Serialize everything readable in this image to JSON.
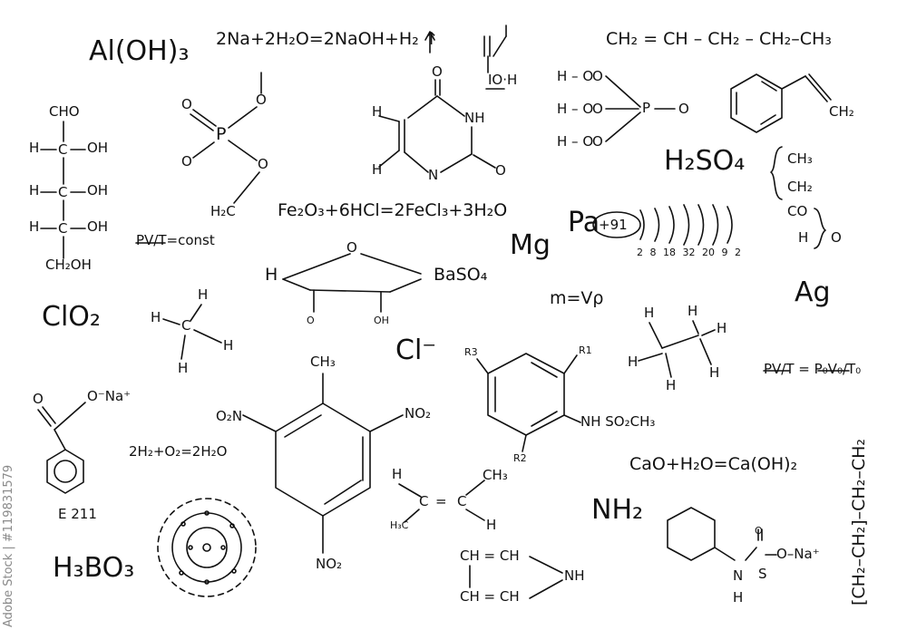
{
  "formulas": {
    "aloh3": "Al(OH)₃",
    "na_reaction": "2Na+2H₂O=2NaOH+H₂ ↑",
    "propene_chain": "CH₂ = CH – CH₂ – CH₂–CH₃",
    "h2so4": "H₂SO₄",
    "fe_reaction": "Fe₂O₃+6HCl=2FeCl₃+3H₂O",
    "mg": "Mg",
    "ag": "Ag",
    "clo2": "ClO₂",
    "cl_ion": "Cl⁻",
    "baso4": "BaSO₄",
    "density": "m=Vρ",
    "pv_const": "PV/T=const",
    "pv_ratio": "PV/T = P₀V₀/T₀",
    "h2o2": "2H₂+O₂=2H₂O",
    "cao": "CaO+H₂O=Ca(OH)₂",
    "nh2": "NH₂",
    "h3bo3": "H₃BO₃",
    "e211": "E 211",
    "polymer": "[CH₂–CH₂]–CH₂–CH₂",
    "pa_symbol": "Pa",
    "pa_charge": "+91",
    "pa_shells": "2 8 18 32 20 9 2"
  },
  "labels": {
    "cho": "CHO",
    "h": "H",
    "oh": "OH",
    "ch2oh": "CH₂OH",
    "o": "O",
    "p": "P",
    "h2c": "H₂C",
    "nh": "NH",
    "n": "N",
    "ch3": "CH₃",
    "ch2": "CH₂",
    "co": "CO",
    "ho": "H – O",
    "ioh": "IO·H",
    "o_na": "O⁻Na⁺",
    "no2": "NO₂",
    "o2n": "O₂N",
    "r1": "R1",
    "r2": "R2",
    "r3": "R3",
    "nhso2ch3": "NH SO₂CH₃",
    "h3c": "H₃C",
    "ch_eq_ch": "CH = CH",
    "c": "C",
    "s": "S",
    "s_ona": "O–Na⁺"
  },
  "watermark": "Adobe Stock | #119831579"
}
